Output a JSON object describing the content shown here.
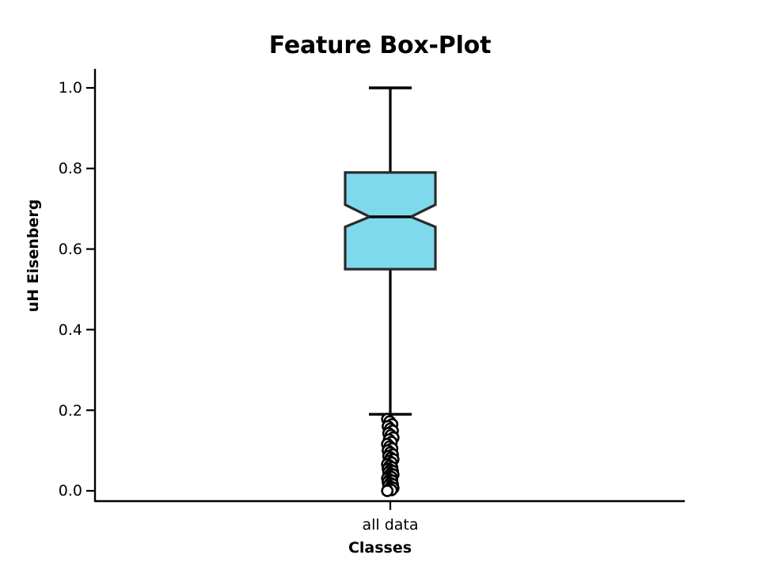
{
  "chart_data": {
    "type": "box",
    "title": "Feature Box-Plot",
    "xlabel": "Classes",
    "ylabel": "uH Eisenberg",
    "categories": [
      "all data"
    ],
    "notched": true,
    "grid": false,
    "legend": null,
    "ylim": [
      -0.035,
      1.055
    ],
    "yticks": [
      0.0,
      0.2,
      0.4,
      0.6,
      0.8,
      1.0
    ],
    "ytick_labels": [
      "0.0",
      "0.2",
      "0.4",
      "0.6",
      "0.8",
      "1.0"
    ],
    "xticks": [
      1
    ],
    "xtick_labels": [
      "all data"
    ],
    "box_fill_color": "#7fd9ec",
    "box_edge_color": "#2b2b2b",
    "whisker_color": "#000000",
    "median_color": "#000000",
    "flier_face_color": "#ffffff",
    "flier_edge_color": "#000000",
    "boxes": [
      {
        "label": "all data",
        "whisker_low": 0.19,
        "q1": 0.55,
        "median": 0.68,
        "q3": 0.79,
        "whisker_high": 1.0,
        "notch_low": 0.655,
        "notch_high": 0.71,
        "fliers": [
          0.178,
          0.172,
          0.165,
          0.16,
          0.154,
          0.149,
          0.143,
          0.138,
          0.132,
          0.127,
          0.121,
          0.116,
          0.11,
          0.105,
          0.1,
          0.095,
          0.09,
          0.086,
          0.082,
          0.078,
          0.074,
          0.07,
          0.066,
          0.062,
          0.058,
          0.055,
          0.052,
          0.049,
          0.046,
          0.043,
          0.04,
          0.037,
          0.034,
          0.031,
          0.028,
          0.025,
          0.022,
          0.019,
          0.016,
          0.013,
          0.01,
          0.007,
          0.004,
          0.002,
          0.0
        ]
      }
    ]
  },
  "axes": {
    "y_tick_0": "0.0",
    "y_tick_1": "0.2",
    "y_tick_2": "0.4",
    "y_tick_3": "0.6",
    "y_tick_4": "0.8",
    "y_tick_5": "1.0",
    "x_tick_0": "all data"
  }
}
